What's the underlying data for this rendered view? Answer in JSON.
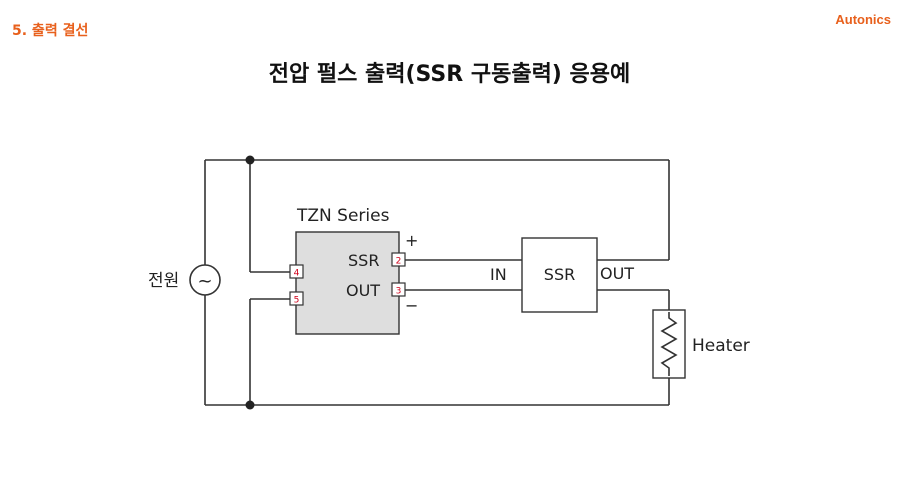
{
  "header": {
    "section_title": "5. 출력 결선",
    "brand": "Autonics"
  },
  "main_title": "전압 펄스 출력(SSR 구동출력) 응용예",
  "diagram": {
    "power_label": "전원",
    "power_symbol": "~",
    "controller": {
      "series": "TZN Series",
      "ssr_label": "SSR",
      "out_label": "OUT",
      "terminals": [
        "4",
        "5",
        "2",
        "3"
      ],
      "plus": "+",
      "minus": "−"
    },
    "ssr_device": {
      "label": "SSR",
      "in_label": "IN",
      "out_label": "OUT"
    },
    "heater_label": "Heater"
  },
  "colors": {
    "accent": "#e8601c",
    "line": "#333333",
    "device_fill": "#dedede",
    "terminal_text": "#d0021b"
  }
}
